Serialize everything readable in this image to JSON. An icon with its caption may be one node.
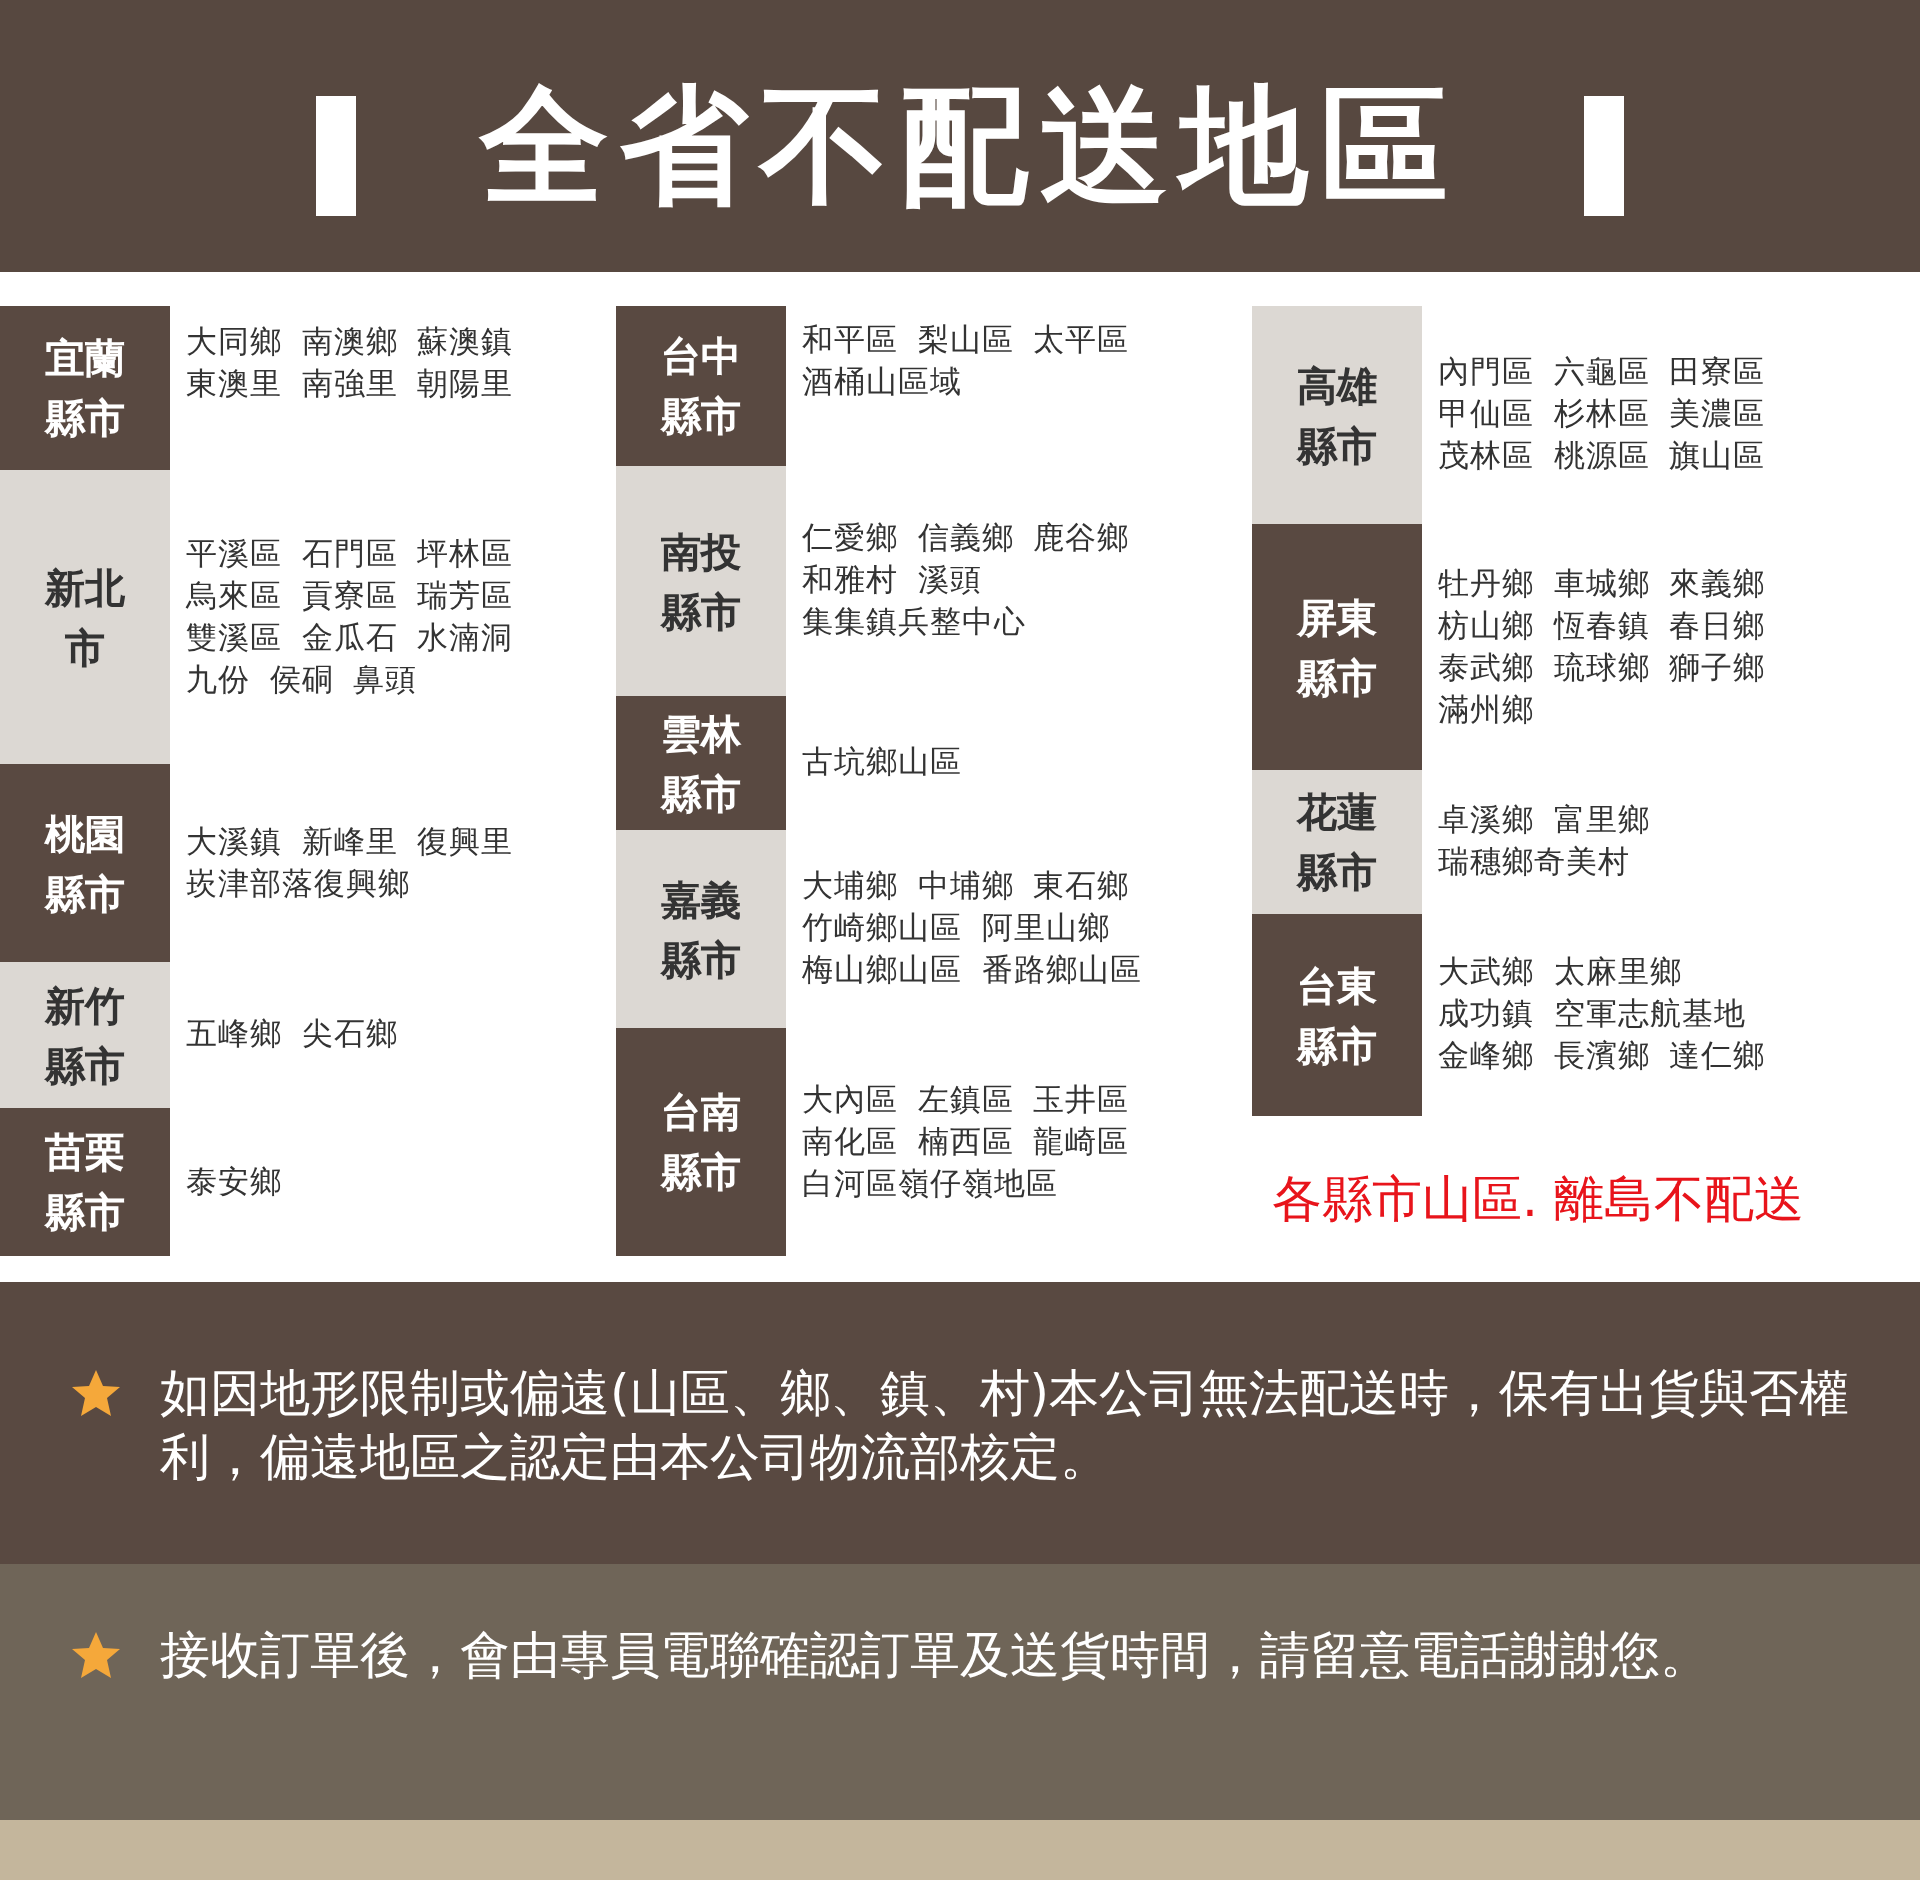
{
  "diagram": {
    "title": "全省不配送地區",
    "nodes": [
      {
        "text": [
          "宜蘭縣市"
        ],
        "beside": [
          "大同鄉 南澳鄉 蘇澳鎮",
          "東澳里 南強里 朝陽里"
        ]
      },
      {
        "text": [
          "新北市"
        ],
        "beside": [
          "平溪區 石門區 坪林區",
          "烏來區 貢寮區 瑞芳區",
          "雙溪區 金瓜石 水湳洞",
          "九份 侯硐 鼻頭"
        ]
      },
      {
        "text": [
          "桃園縣市"
        ],
        "beside": [
          "大溪鎮 新峰里 復興里",
          "崁津部落復興鄉"
        ]
      },
      {
        "text": [
          "新竹縣市"
        ],
        "beside": [
          "五峰鄉 尖石鄉"
        ]
      },
      {
        "text": [
          "苗栗縣市"
        ],
        "beside": [
          "泰安鄉"
        ]
      },
      {
        "text": [
          "台中縣市"
        ],
        "beside": [
          "和平區 梨山區 太平區",
          "酒桶山區域"
        ]
      },
      {
        "text": [
          "南投縣市"
        ],
        "beside": [
          "仁愛鄉 信義鄉 鹿谷鄉",
          "和雅村 溪頭",
          "集集鎮兵整中心"
        ]
      },
      {
        "text": [
          "雲林縣市"
        ],
        "beside": [
          "古坑鄉山區"
        ]
      },
      {
        "text": [
          "嘉義縣市"
        ],
        "beside": [
          "大埔鄉 中埔鄉 東石鄉",
          "竹崎鄉山區 阿里山鄉",
          "梅山鄉山區 番路鄉山區"
        ]
      },
      {
        "text": [
          "台南縣市"
        ],
        "beside": [
          "大內區 左鎮區 玉井區",
          "南化區 楠西區 龍崎區",
          "白河區嶺仔嶺地區"
        ]
      },
      {
        "text": [
          "高雄縣市"
        ],
        "beside": [
          "內門區 六龜區 田寮區",
          "甲仙區 杉林區 美濃區",
          "茂林區 桃源區 旗山區"
        ]
      },
      {
        "text": [
          "屏東縣市"
        ],
        "beside": [
          "牡丹鄉 車城鄉 來義鄉",
          "枋山鄉 恆春鎮 春日鄉",
          "泰武鄉 琉球鄉 獅子鄉",
          "滿州鄉"
        ]
      },
      {
        "text": [
          "花蓮縣市"
        ],
        "beside": [
          "卓溪鄉 富里鄉",
          "瑞穗鄉奇美村"
        ]
      },
      {
        "text": [
          "台東縣市"
        ],
        "beside": [
          "大武鄉 太麻里鄉",
          "成功鎮 空軍志航基地",
          "金峰鄉 長濱鄉 達仁鄉"
        ]
      }
    ],
    "labels": [
      "各縣市山區. 離島不配送",
      "如因地形限制或偏遠(山區、鄉、鎮、村)本公司無法配送時，保有出貨與否權利，偏遠地區之認定由本公司物流部核定。",
      "接收訂單後，會由專員電聯確認訂單及送貨時間，請留意電話謝謝您。"
    ]
  }
}
